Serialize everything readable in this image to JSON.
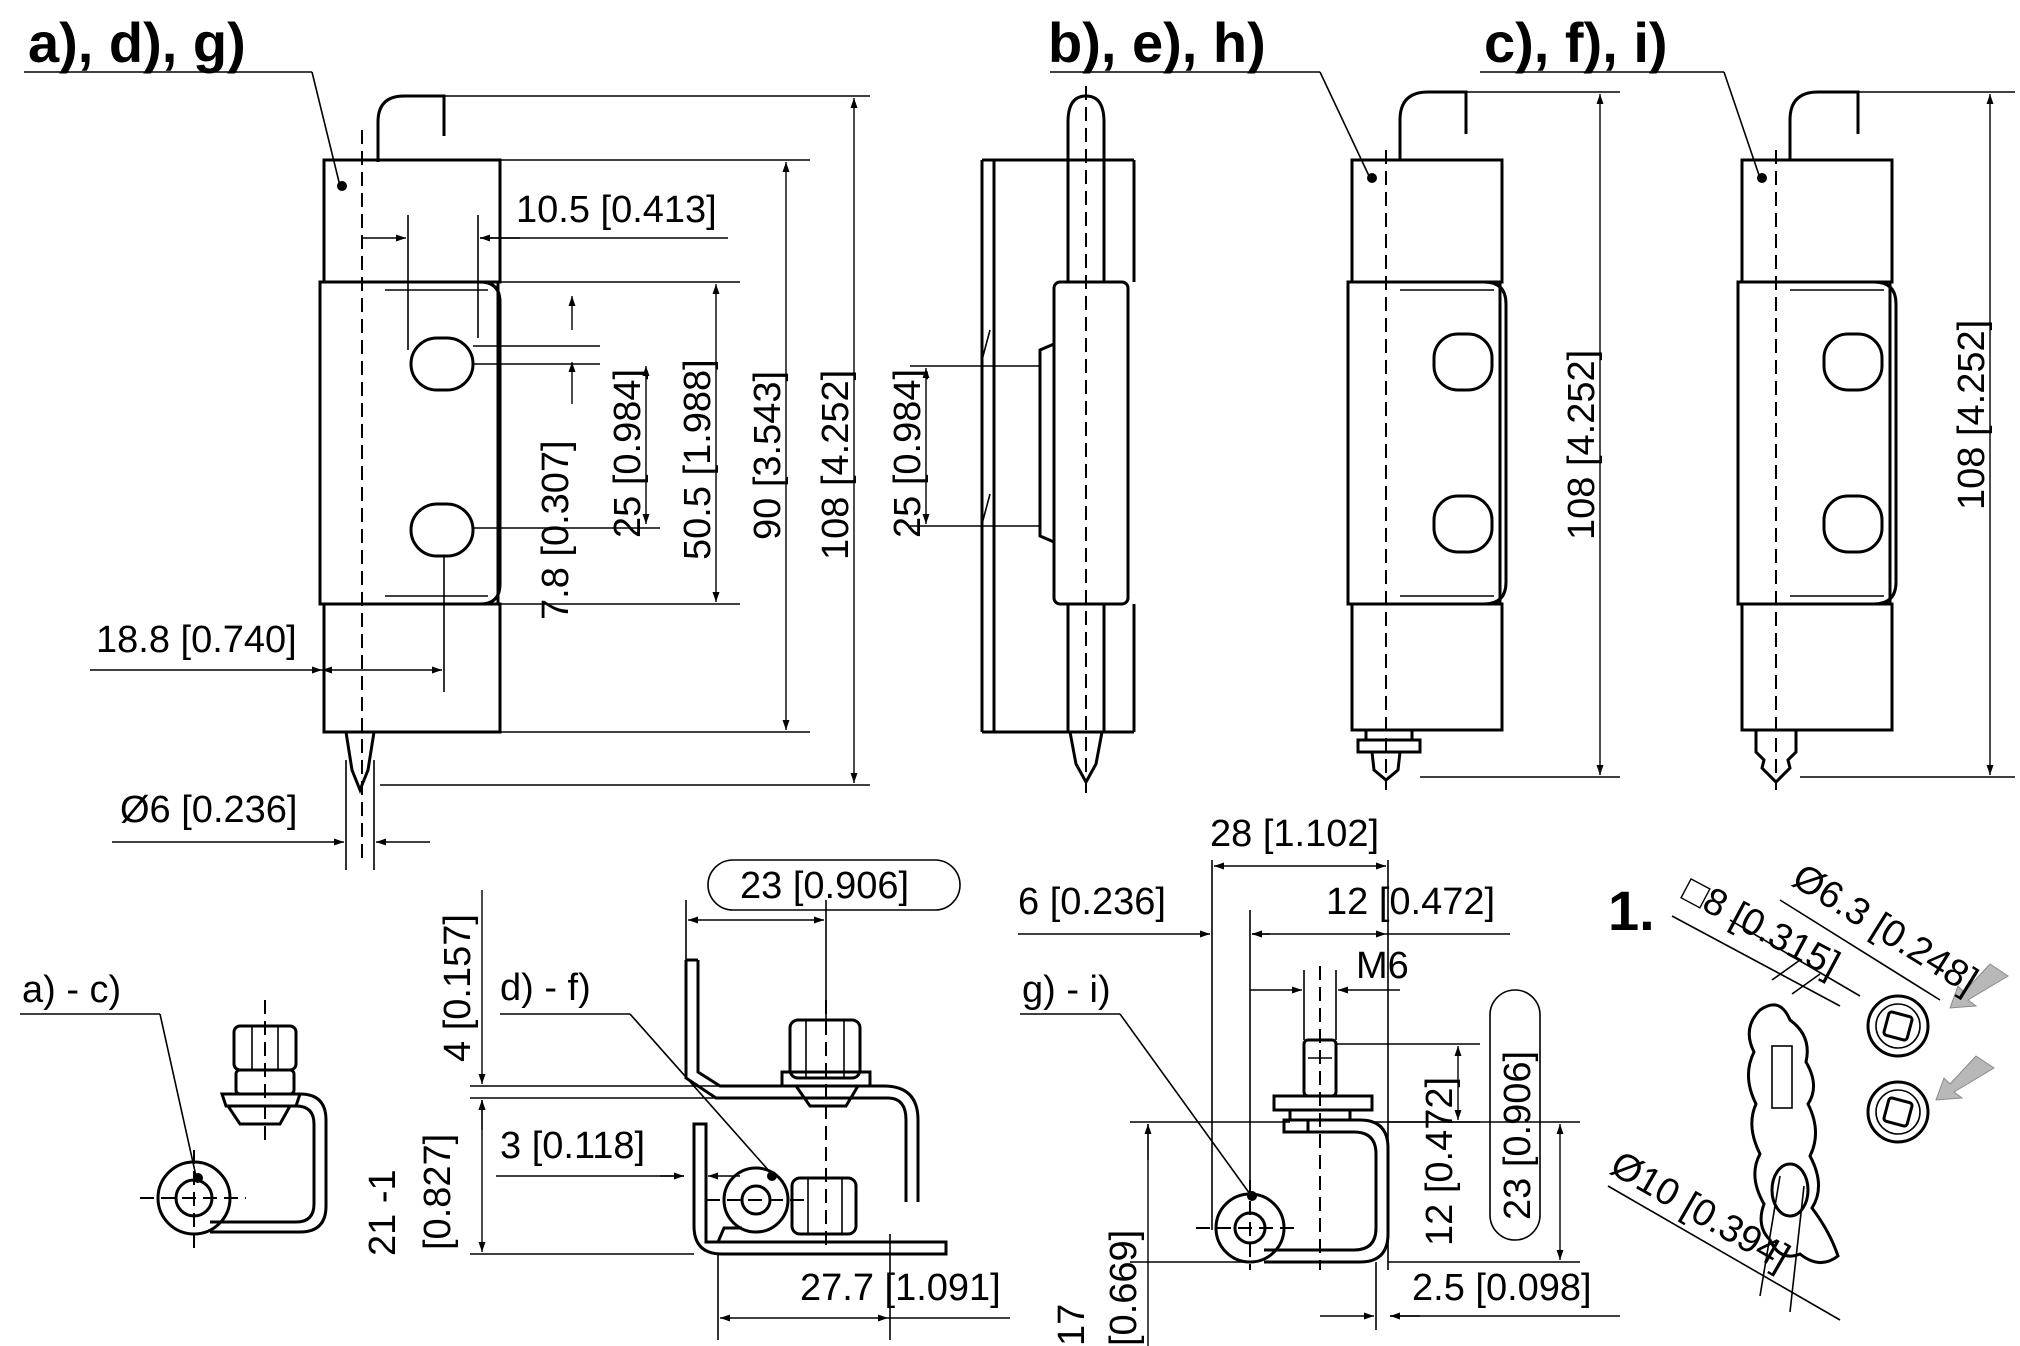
{
  "views": {
    "front_adg": "a), d), g)",
    "side_beh": "b), e), h)",
    "front_cfi": "c), f), i)"
  },
  "sections": {
    "ac": "a) - c)",
    "df": "d) - f)",
    "gi": "g) - i)"
  },
  "step": "1.",
  "dims": {
    "d10_5": "10.5 [0.413]",
    "d25": "25 [0.984]",
    "d50_5": "50.5 [1.988]",
    "d90": "90 [3.543]",
    "d108": "108 [4.252]",
    "d7_8": "7.8 [0.307]",
    "d18_8": "18.8 [0.740]",
    "d6dia": "Ø6 [0.236]",
    "d23": "23 [0.906]",
    "d4": "4 [0.157]",
    "d21": "21 -1",
    "d21in": "[0.827]",
    "d3": "3 [0.118]",
    "d27_7": "27.7 [1.091]",
    "d28": "28 [1.102]",
    "d6": "6 [0.236]",
    "d12": "12 [0.472]",
    "m6": "M6",
    "d17": "17",
    "d17in": "[0.669]",
    "d2_5": "2.5 [0.098]",
    "sq8": "□8 [0.315]",
    "dia6_3": "Ø6.3 [0.248]",
    "dia10": "Ø10 [0.394]"
  }
}
